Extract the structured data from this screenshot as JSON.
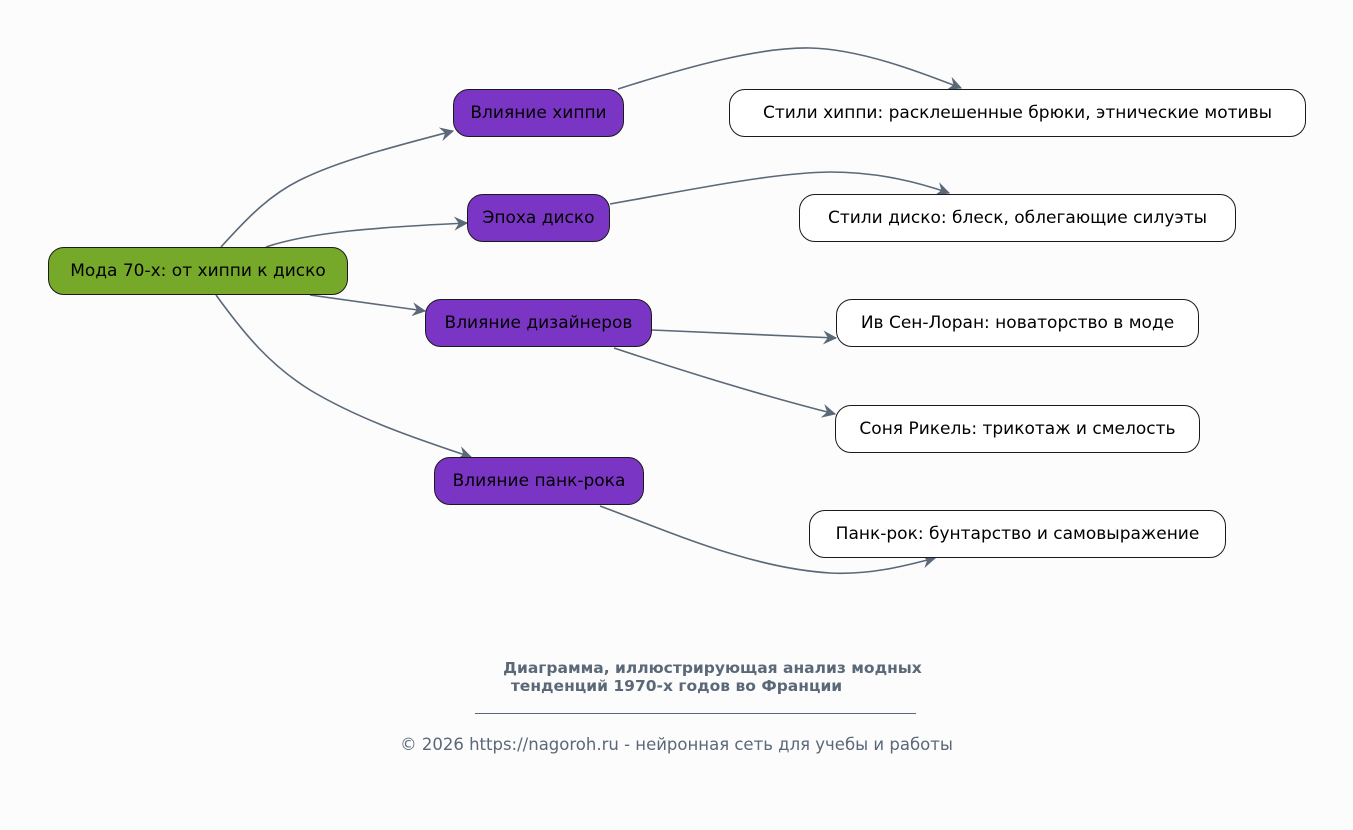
{
  "diagram": {
    "root": {
      "id": "root",
      "label": "Мода 70-х: от хиппи к диско"
    },
    "influences": [
      {
        "id": "hippie",
        "label": "Влияние хиппи"
      },
      {
        "id": "disco",
        "label": "Эпоха диско"
      },
      {
        "id": "designers",
        "label": "Влияние дизайнеров"
      },
      {
        "id": "punk",
        "label": "Влияние панк-рока"
      }
    ],
    "details": [
      {
        "id": "hippie_style",
        "label": "Стили хиппи: расклешенные брюки, этнические мотивы"
      },
      {
        "id": "disco_style",
        "label": "Стили диско: блеск, облегающие силуэты"
      },
      {
        "id": "ysl",
        "label": "Ив Сен-Лоран: новаторство в моде"
      },
      {
        "id": "rykiel",
        "label": "Соня Рикель: трикотаж и смелость"
      },
      {
        "id": "punk_style",
        "label": "Панк-рок: бунтарство и самовыражение"
      }
    ],
    "edges": [
      {
        "from": "root",
        "to": "hippie"
      },
      {
        "from": "root",
        "to": "disco"
      },
      {
        "from": "root",
        "to": "designers"
      },
      {
        "from": "root",
        "to": "punk"
      },
      {
        "from": "hippie",
        "to": "hippie_style"
      },
      {
        "from": "disco",
        "to": "disco_style"
      },
      {
        "from": "designers",
        "to": "ysl"
      },
      {
        "from": "designers",
        "to": "rykiel"
      },
      {
        "from": "punk",
        "to": "punk_style"
      }
    ],
    "colors": {
      "root_fill": "#76a92a",
      "influence_fill": "#7b35c4",
      "detail_fill": "#ffffff",
      "edge": "#5a6878",
      "caption": "#5a6878"
    }
  },
  "caption": {
    "line1": "Диаграмма, иллюстрирующая анализ модных",
    "line2": "тенденций 1970-х годов во Франции"
  },
  "footer": {
    "text": "© 2026 https://nagoroh.ru - нейронная сеть для учебы и работы"
  }
}
